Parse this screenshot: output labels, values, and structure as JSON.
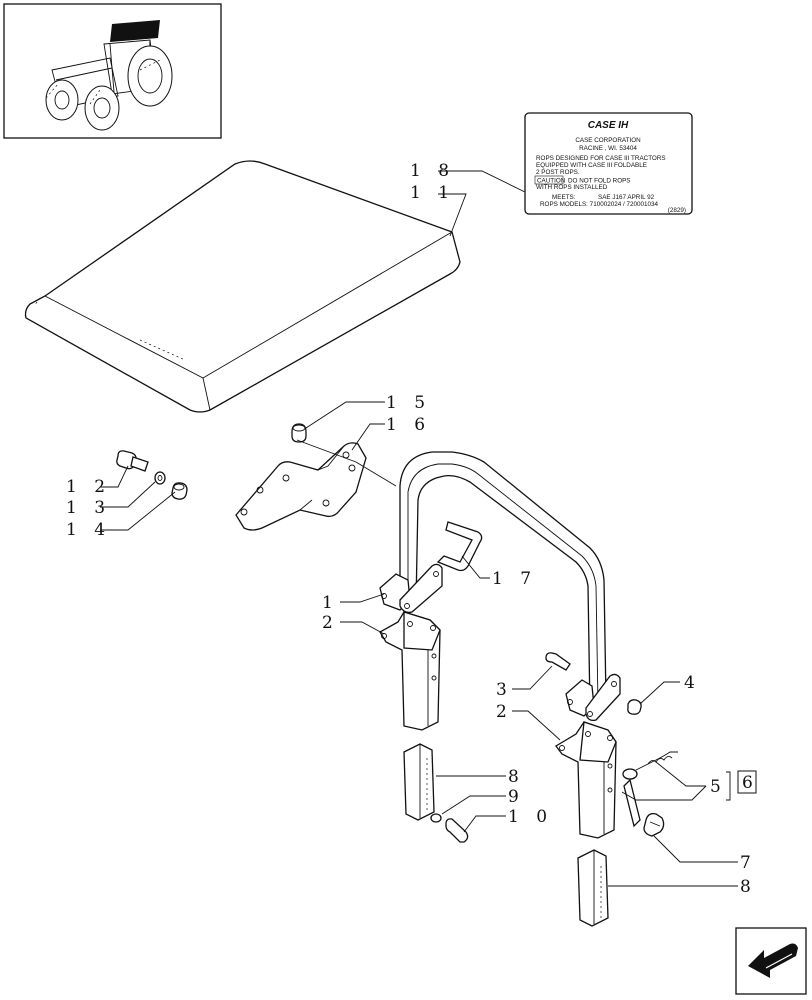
{
  "decal": {
    "brand": "CASE IH",
    "lines": [
      "CASE  CORPORATION",
      "RACINE , WI. 53404",
      "ROPS DESIGNED  FOR  CASE  III  TRACTORS",
      "EQUIPPED  WITH  CASE  III  FOLDABLE",
      "2  POST  ROPS."
    ],
    "caution_label": "CAUTION",
    "caution_text": "DO  NOT  FOLD  ROPS",
    "caution_text2": "WITH  ROPS  INSTALLED",
    "meets_label": "MEETS:",
    "meets_text": "SAE  J167  APRIL  92",
    "models_text": "ROPS  MODELS:  710002024  /  720001034",
    "code": "(2829)"
  },
  "callouts": {
    "c1": "1",
    "c2a": "2",
    "c2b": "2",
    "c3": "3",
    "c4": "4",
    "c5": "5",
    "c6": "6",
    "c7": "7",
    "c8a": "8",
    "c8b": "8",
    "c9": "9",
    "c10": "1 0",
    "c11": "1 1",
    "c12": "1 2",
    "c13": "1 3",
    "c14": "1 4",
    "c15": "1 5",
    "c16": "1 6",
    "c17": "1 7",
    "c18": "1 8"
  },
  "icons": {
    "thumbnail": "tractor-thumbnail-icon",
    "nav": "next-page-arrow-icon"
  }
}
